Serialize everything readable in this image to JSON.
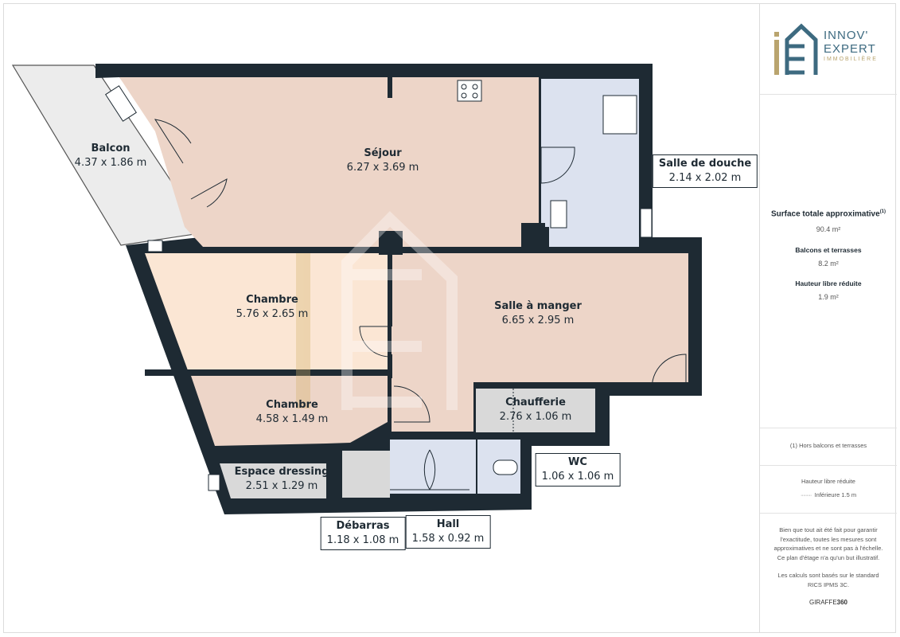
{
  "rooms": [
    {
      "name": "Balcon",
      "dims": "4.37 x 1.86 m"
    },
    {
      "name": "Séjour",
      "dims": "6.27 x 3.69 m"
    },
    {
      "name": "Salle de douche",
      "dims": "2.14 x 2.02 m"
    },
    {
      "name": "Chambre",
      "dims": "5.76 x 2.65 m"
    },
    {
      "name": "Salle à manger",
      "dims": "6.65 x 2.95 m"
    },
    {
      "name": "Chambre",
      "dims": "4.58 x 1.49 m"
    },
    {
      "name": "Chaufferie",
      "dims": "2.76 x 1.06 m"
    },
    {
      "name": "Espace dressing",
      "dims": "2.51 x 1.29 m"
    },
    {
      "name": "WC",
      "dims": "1.06 x 1.06 m"
    },
    {
      "name": "Débarras",
      "dims": "1.18 x 1.08 m"
    },
    {
      "name": "Hall",
      "dims": "1.58 x 0.92 m"
    }
  ],
  "logo": {
    "line1": "INNOV'",
    "line2": "EXPERT",
    "line3": "IMMOBILIÈRE"
  },
  "summary": {
    "total_label": "Surface totale approximative",
    "total_sup": "(1)",
    "total_value": "90.4 m²",
    "balcony_label": "Balcons et terrasses",
    "balcony_value": "8.2 m²",
    "height_label": "Hauteur libre réduite",
    "height_value": "1.9 m²"
  },
  "footnote": "(1) Hors balcons et terrasses",
  "legend": {
    "title": "Hauteur libre réduite",
    "item": "Inférieure 1.5 m"
  },
  "disclaimer": "Bien que tout ait été fait pour garantir l'exactitude, toutes les mesures sont approximatives et ne sont pas à l'échelle. Ce plan d'étage n'a qu'un but illustratif.",
  "standard": "Les calculs sont basés sur le standard RICS IPMS 3C.",
  "brand": {
    "a": "GIRAFFE",
    "b": "360"
  },
  "colors": {
    "wall": "#1e2a33",
    "living": "#edd5c8",
    "bedroom": "#fbe6d4",
    "wet": "#dce2ef",
    "utility": "#d9d9d9",
    "balcony": "#ececec",
    "logo_blue": "#3d6a80",
    "logo_gold": "#b9a46e"
  }
}
